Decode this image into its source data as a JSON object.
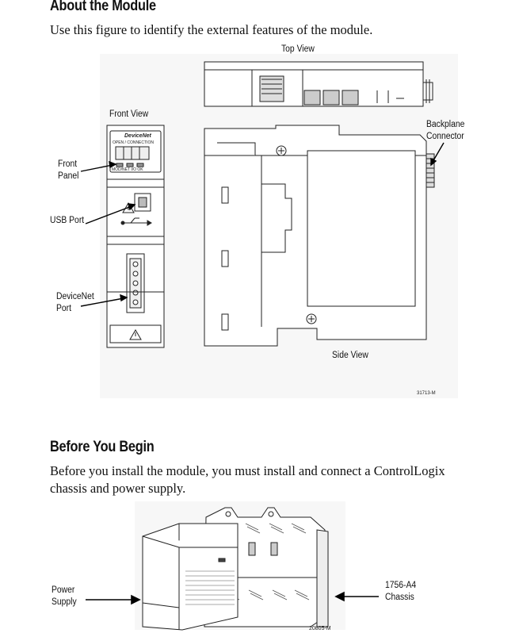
{
  "section1": {
    "heading": "About the Module",
    "intro": "Use this figure to identify the external features of the module.",
    "figure": {
      "label_top_view": "Top View",
      "label_front_view": "Front View",
      "label_side_view": "Side View",
      "label_front_panel": [
        "Front",
        "Panel"
      ],
      "label_usb_port": "USB Port",
      "label_devicenet_port": [
        "DeviceNet",
        "Port"
      ],
      "label_backplane_connector": [
        "Backplane",
        "Connector"
      ],
      "front_panel_brand": "DeviceNet",
      "front_panel_status": "OPEN / CONNECTION",
      "front_panel_leds": "MOD/NET  I/O  OK",
      "figure_id": "31713-M"
    }
  },
  "section2": {
    "heading": "Before You Begin",
    "intro": "Before you install the module, you must install and connect a ControlLogix chassis and power supply.",
    "figure": {
      "label_power_supply": [
        "Power",
        "Supply"
      ],
      "label_chassis": [
        "1756-A4",
        "Chassis"
      ],
      "figure_id": "20805-M"
    }
  }
}
